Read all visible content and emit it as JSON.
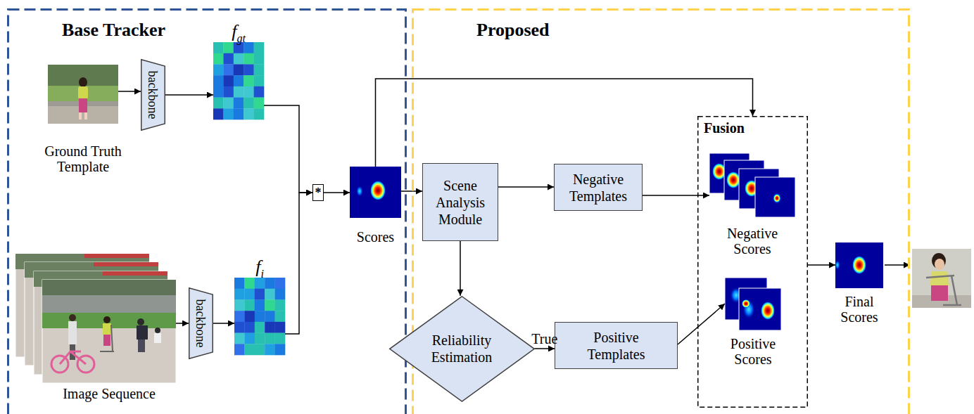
{
  "diagram": {
    "nodes": [
      {
        "text": [
          "Base Tracker"
        ]
      },
      {
        "text": [
          "Ground Truth Template"
        ],
        "in": 0
      },
      {
        "text": [
          "backbone"
        ],
        "in": 0
      },
      {
        "text": [
          "f",
          "gt"
        ],
        "in": 0
      },
      {
        "text": [
          "Image Sequence"
        ],
        "in": 0
      },
      {
        "text": [
          "backbone"
        ],
        "in": 0
      },
      {
        "text": [
          "f",
          "i"
        ],
        "in": 0
      },
      {
        "text": [
          "*"
        ],
        "in": 0
      },
      {
        "text": [
          "Scores"
        ],
        "in": 0
      },
      {
        "text": [
          "Proposed"
        ]
      },
      {
        "text": [
          "Scene Analysis Module"
        ],
        "in": 9
      },
      {
        "text": [
          "Negative Templates"
        ],
        "in": 9
      },
      {
        "text": [
          "Reliability Estimation"
        ],
        "in": 9
      },
      {
        "text": [
          "Positive Templates"
        ],
        "in": 9
      },
      {
        "text": [
          "Fusion"
        ],
        "in": 9
      },
      {
        "text": [
          "Negative Scores"
        ],
        "in": 14
      },
      {
        "text": [
          "Positive Scores"
        ],
        "in": 14
      },
      {
        "text": [
          "Final Scores"
        ],
        "in": 9
      }
    ],
    "edges": [
      {
        "from": 1,
        "to": 2,
        "arrow": "to"
      },
      {
        "from": 2,
        "to": 3,
        "arrow": "to"
      },
      {
        "from": 4,
        "to": 5,
        "arrow": "to"
      },
      {
        "from": 5,
        "to": 6,
        "arrow": "to"
      },
      {
        "from": 3,
        "to": 7,
        "arrow": "to"
      },
      {
        "from": 6,
        "to": 7,
        "arrow": "to"
      },
      {
        "from": 7,
        "to": 8,
        "arrow": "to"
      },
      {
        "from": 8,
        "to": 10,
        "arrow": "to"
      },
      {
        "from": 8,
        "to": 14,
        "arrow": "to"
      },
      {
        "from": 10,
        "to": 11,
        "arrow": "to"
      },
      {
        "from": 11,
        "to": 15,
        "arrow": "to"
      },
      {
        "from": 10,
        "to": 12,
        "arrow": "to"
      },
      {
        "from": 12,
        "to": 13,
        "label": "True",
        "arrow": "to"
      },
      {
        "from": 13,
        "to": 16,
        "arrow": "to"
      },
      {
        "from": 14,
        "to": 17,
        "arrow": "to"
      }
    ]
  }
}
